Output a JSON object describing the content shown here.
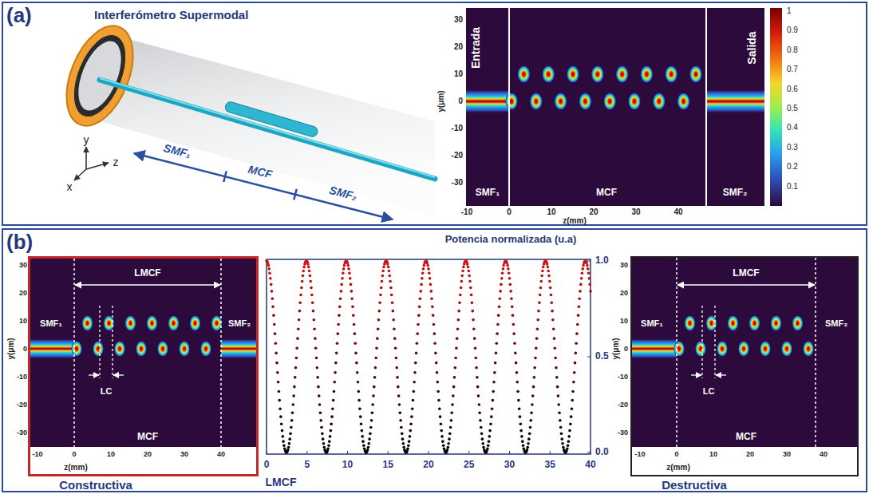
{
  "diagram": {
    "nodes": [
      {
        "text": [
          "(a)",
          "Interferómetro Supermodal"
        ]
      },
      {
        "text": [
          "(b)"
        ]
      },
      {
        "text": [
          "Entrada",
          "Salida",
          "SMF₁",
          "MCF",
          "SMF₂"
        ],
        "in": 0
      },
      {
        "text": [
          "LMCF",
          "SMF₁",
          "SMF₂",
          "LC",
          "MCF",
          "Constructiva"
        ],
        "in": 1
      },
      {
        "text": [
          "Potencia normalizada (u.a)"
        ],
        "in": 1
      },
      {
        "text": [
          "LMCF",
          "SMF₁",
          "SMF₂",
          "LC",
          "MCF",
          "Destructiva"
        ],
        "in": 1
      }
    ],
    "labels": [
      "SMF₁",
      "MCF",
      "SMF₂",
      "y",
      "z",
      "x",
      "30",
      "20",
      "10",
      "0",
      "-10",
      "-20",
      "-30",
      "y(μm)",
      "-10",
      "0",
      "10",
      "20",
      "30",
      "40",
      "z(mm)",
      "1",
      "0.9",
      "0.8",
      "0.7",
      "0.6",
      "0.5",
      "0.4",
      "0.3",
      "0.2",
      "0.1",
      "30",
      "20",
      "10",
      "0",
      "-10",
      "-20",
      "-30",
      "y(μm)",
      "-10",
      "0",
      "10",
      "20",
      "30",
      "40",
      "z(mm)",
      "0",
      "5",
      "10",
      "15",
      "20",
      "25",
      "30",
      "35",
      "40",
      "1.0",
      "0.5",
      "0.0",
      "LMCF",
      "30",
      "20",
      "10",
      "0",
      "-10",
      "-20",
      "-30",
      "y(μm)",
      "-10",
      "0",
      "10",
      "20",
      "30",
      "40",
      "z(mm)"
    ]
  }
}
